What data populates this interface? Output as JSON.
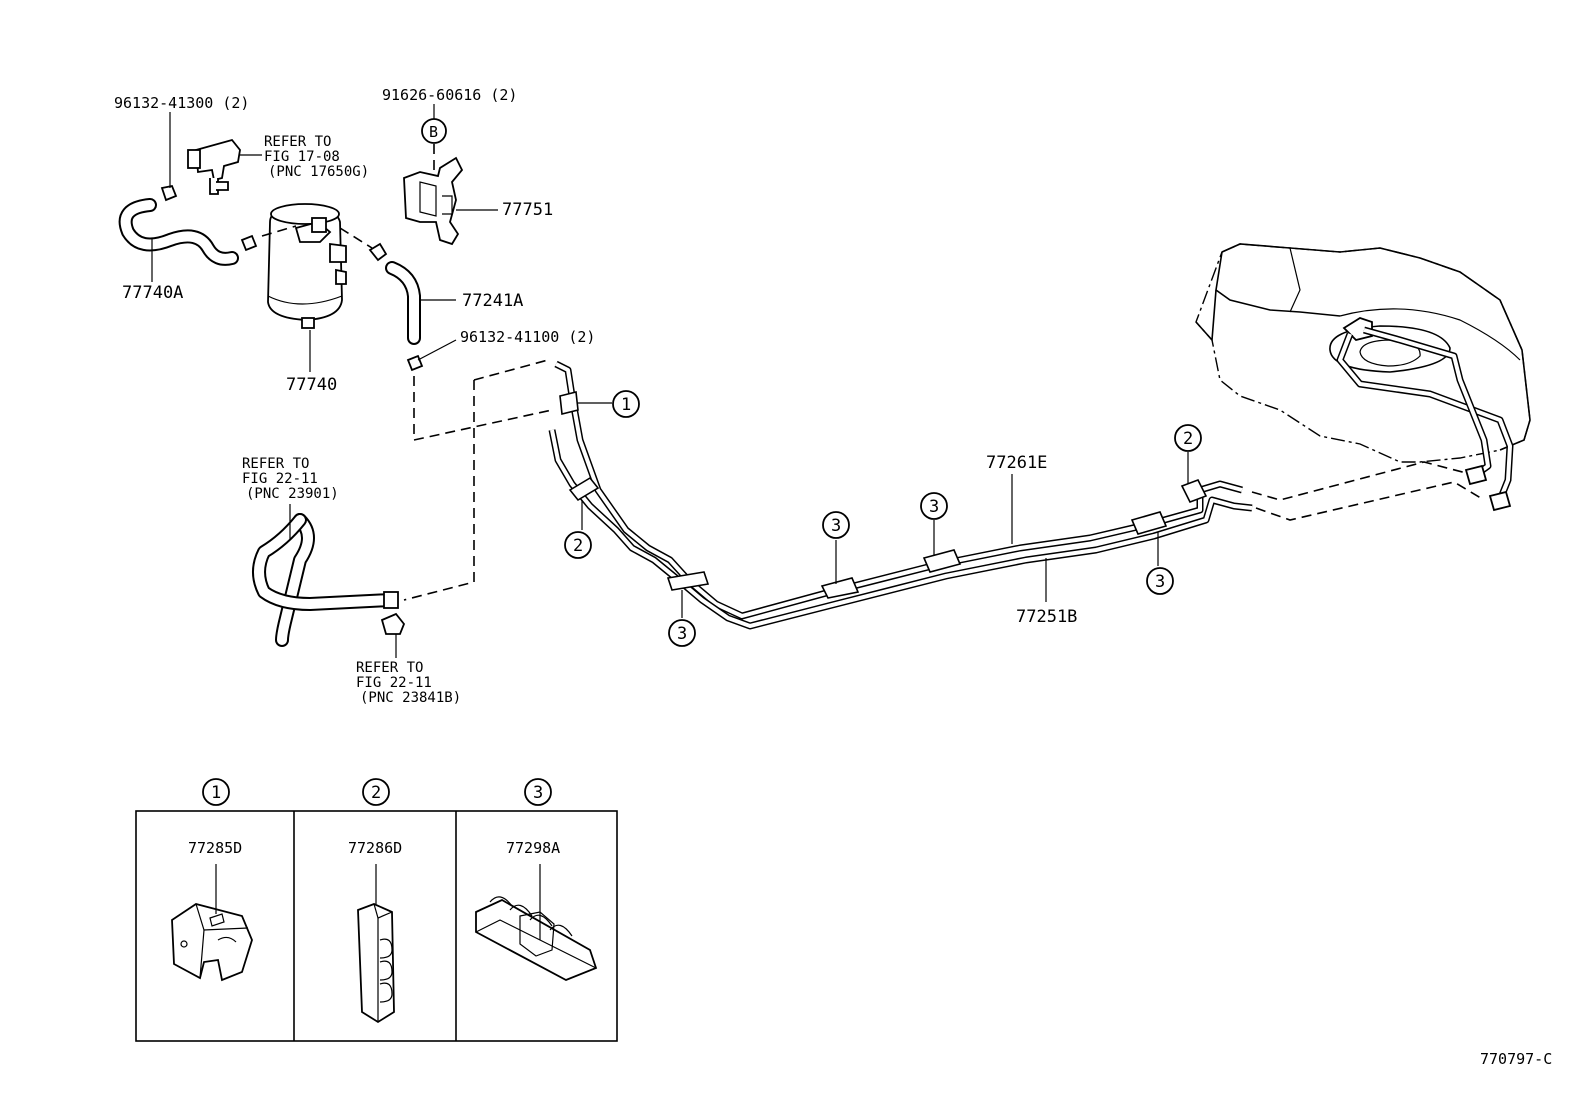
{
  "labels": {
    "p96132_41300": "96132-41300 (2)",
    "p91626_60616": "91626-60616 (2)",
    "p77751": "77751",
    "p77740A": "77740A",
    "p77241A": "77241A",
    "p77740": "77740",
    "p96132_41100": "96132-41100 (2)",
    "p77261E": "77261E",
    "p77251B": "77251B",
    "p77285D": "77285D",
    "p77286D": "77286D",
    "p77298A": "77298A",
    "figure_id": "770797-C",
    "bubble_b": "B"
  },
  "refs": {
    "ref1": [
      "REFER TO",
      "FIG 17-08",
      "(PNC 17650G)"
    ],
    "ref2": [
      "REFER TO",
      "FIG 22-11",
      "(PNC 23901)"
    ],
    "ref3": [
      "REFER TO",
      "FIG 22-11",
      "(PNC 23841B)"
    ]
  },
  "callouts": {
    "one": "1",
    "two": "2",
    "three": "3"
  },
  "legend": [
    {
      "index": "1",
      "part": "77285D"
    },
    {
      "index": "2",
      "part": "77286D"
    },
    {
      "index": "3",
      "part": "77298A"
    }
  ]
}
